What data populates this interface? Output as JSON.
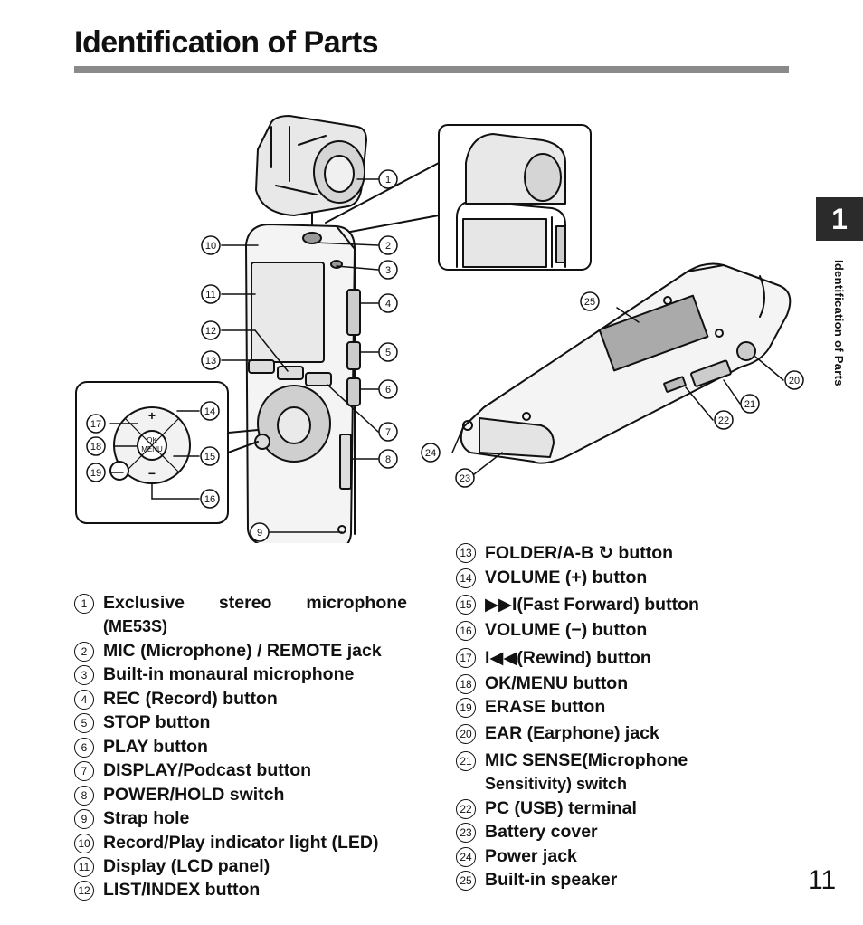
{
  "page": {
    "title": "Identification of Parts",
    "chapter": "1",
    "side_label": "Identification of Parts",
    "page_number": "11"
  },
  "callouts": [
    "1",
    "2",
    "3",
    "4",
    "5",
    "6",
    "7",
    "8",
    "9",
    "10",
    "11",
    "12",
    "13",
    "14",
    "15",
    "16",
    "17",
    "18",
    "19",
    "20",
    "21",
    "22",
    "23",
    "24",
    "25"
  ],
  "keypad": {
    "ok": "OK",
    "menu": "MENU",
    "plus": "+",
    "minus": "−"
  },
  "parts_left": [
    {
      "n": "1",
      "label": "Exclusive stereo microphone",
      "sub": "(ME53S)"
    },
    {
      "n": "2",
      "label": "MIC (Microphone) / REMOTE jack"
    },
    {
      "n": "3",
      "label": "Built-in monaural microphone"
    },
    {
      "n": "4",
      "label": "REC (Record) button"
    },
    {
      "n": "5",
      "label": "STOP button"
    },
    {
      "n": "6",
      "label": "PLAY button"
    },
    {
      "n": "7",
      "label": "DISPLAY/Podcast button"
    },
    {
      "n": "8",
      "label": "POWER/HOLD switch"
    },
    {
      "n": "9",
      "label": "Strap hole"
    },
    {
      "n": "10",
      "label": "Record/Play indicator light (LED)"
    },
    {
      "n": "11",
      "label": "Display (LCD panel)"
    },
    {
      "n": "12",
      "label": "LIST/INDEX button"
    }
  ],
  "parts_right": [
    {
      "n": "13",
      "label": "FOLDER/A-B ↻ button"
    },
    {
      "n": "14",
      "label": "VOLUME (+) button"
    },
    {
      "n": "15",
      "label": "▶▶I(Fast Forward) button"
    },
    {
      "n": "16",
      "label": "VOLUME (−) button"
    },
    {
      "n": "17",
      "label": "I◀◀(Rewind) button"
    },
    {
      "n": "18",
      "label": "OK/MENU button"
    },
    {
      "n": "19",
      "label": "ERASE button"
    },
    {
      "n": "20",
      "label": "EAR (Earphone) jack"
    },
    {
      "n": "21",
      "label": "MIC SENSE(Microphone",
      "sub": "Sensitivity) switch"
    },
    {
      "n": "22",
      "label": "PC (USB) terminal"
    },
    {
      "n": "23",
      "label": "Battery cover"
    },
    {
      "n": "24",
      "label": "Power jack"
    },
    {
      "n": "25",
      "label": "Built-in speaker"
    }
  ]
}
